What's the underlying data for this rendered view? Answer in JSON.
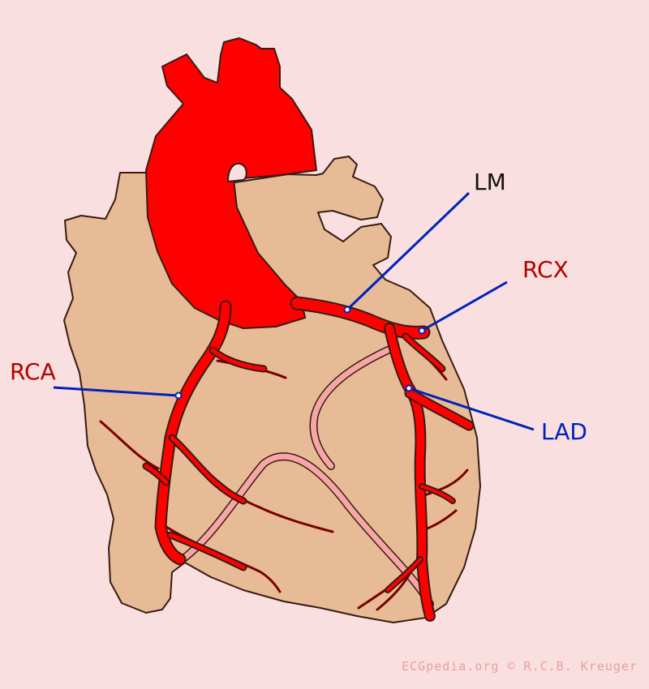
{
  "labels": {
    "lm": "LM",
    "rcx": "RCX",
    "rca": "RCA",
    "lad": "LAD"
  },
  "credit": "ECGpedia.org © R.C.B. Kreuger",
  "colors": {
    "background": "#f9dfe0",
    "heart_muscle": "#e6bb96",
    "artery": "#ff0000",
    "vein": "#f7a6a6",
    "outline": "#3a1a12",
    "pointer_line": "#0022bb",
    "label_dark": "#111111",
    "label_red": "#b30000",
    "label_blue": "#0022bb",
    "credit_text": "#e8a0a0"
  }
}
